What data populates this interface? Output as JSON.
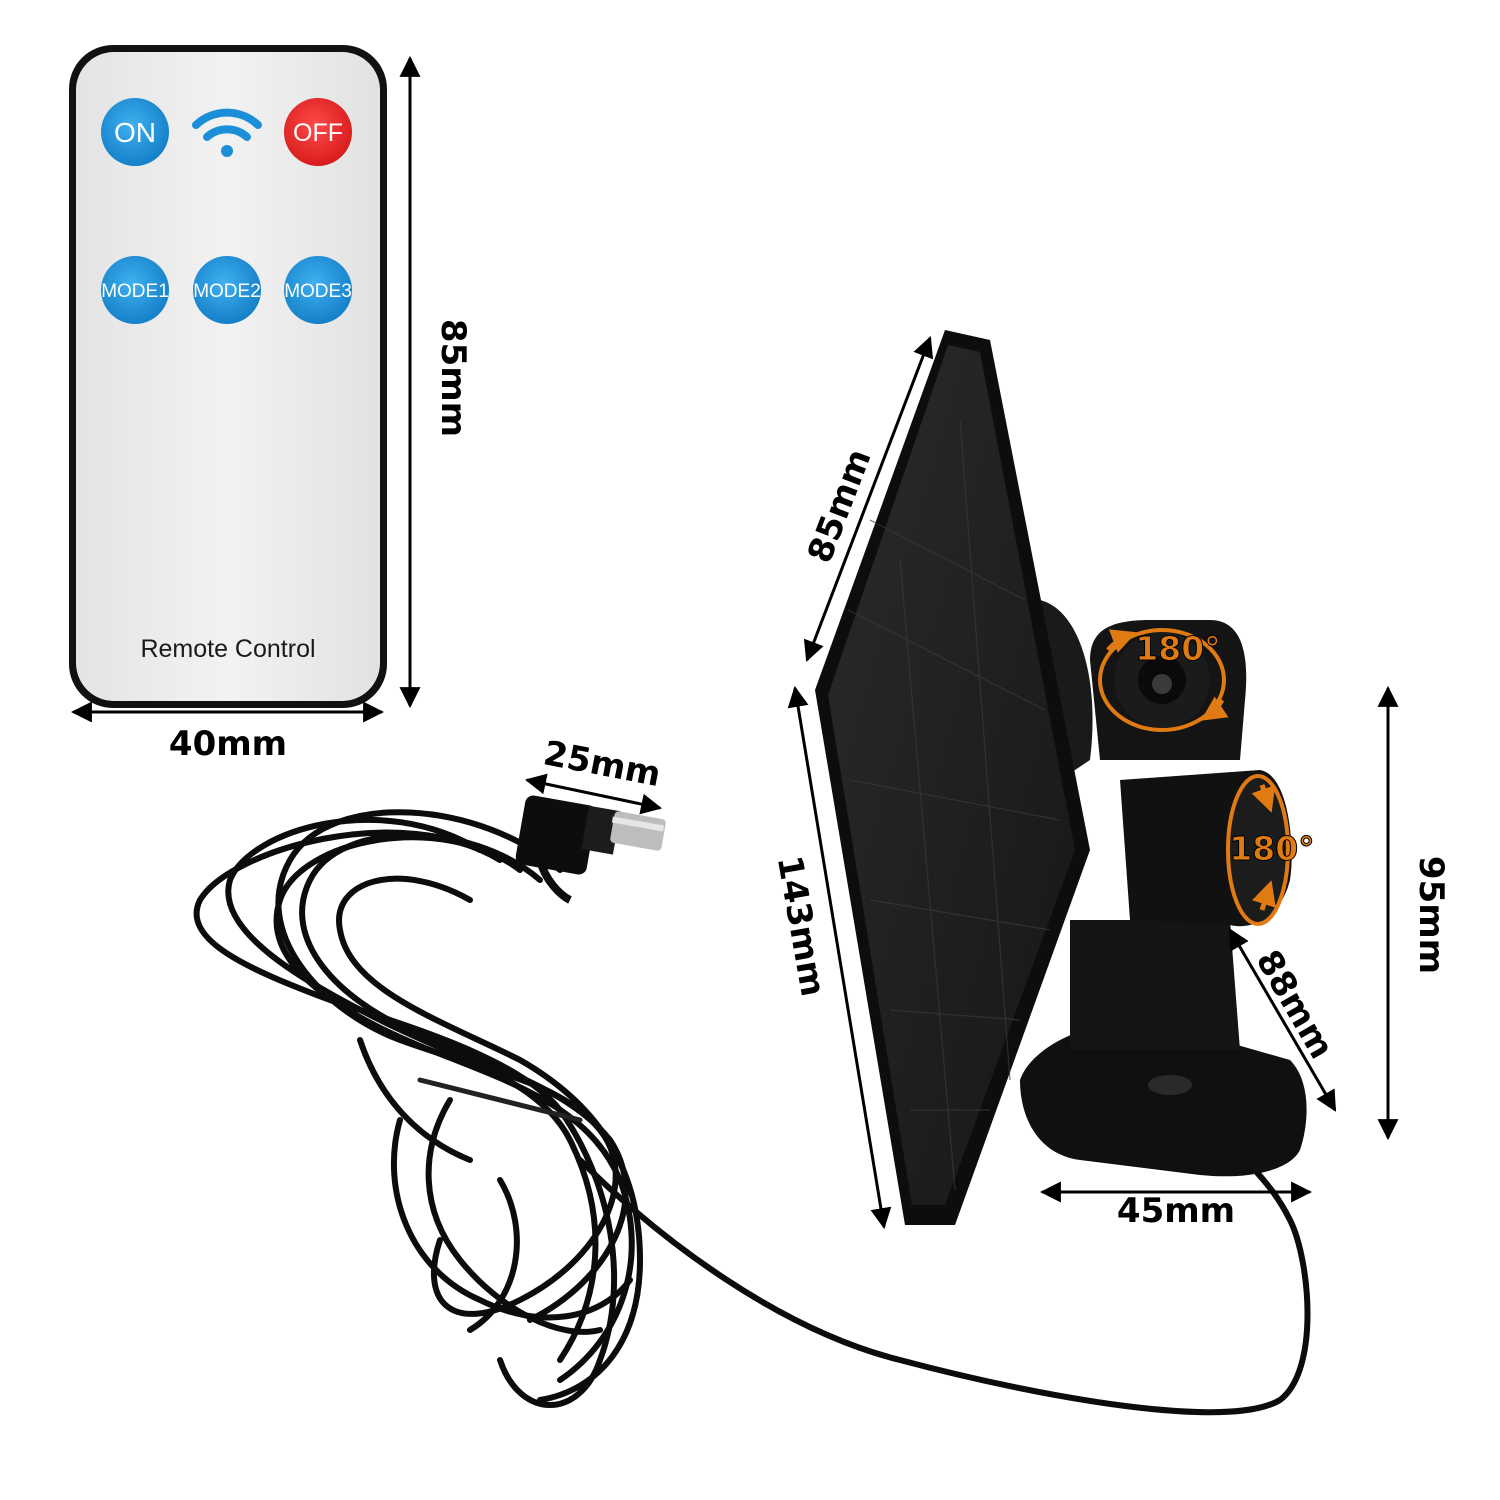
{
  "remote": {
    "buttons": {
      "on": "ON",
      "off": "OFF",
      "mode1": "MODE1",
      "mode2": "MODE2",
      "mode3": "MODE3"
    },
    "caption": "Remote Control",
    "icon": "wifi-signal-icon",
    "width_label": "40mm",
    "height_label": "85mm"
  },
  "cable": {
    "plug_label": "25mm"
  },
  "solar_panel": {
    "panel_width_label": "85mm",
    "panel_height_label": "143mm",
    "total_height_label": "95mm",
    "base_depth_label": "88mm",
    "base_width_label": "45mm",
    "rotation_top_label": "180°",
    "rotation_side_label": "180°"
  },
  "colors": {
    "on_button": "#1a8fd8",
    "off_button": "#e8262b",
    "mode_button": "#1a8fd8",
    "wifi_icon": "#1a8fd8",
    "rotation_accent": "#e07a12",
    "remote_body": "#ededed"
  }
}
